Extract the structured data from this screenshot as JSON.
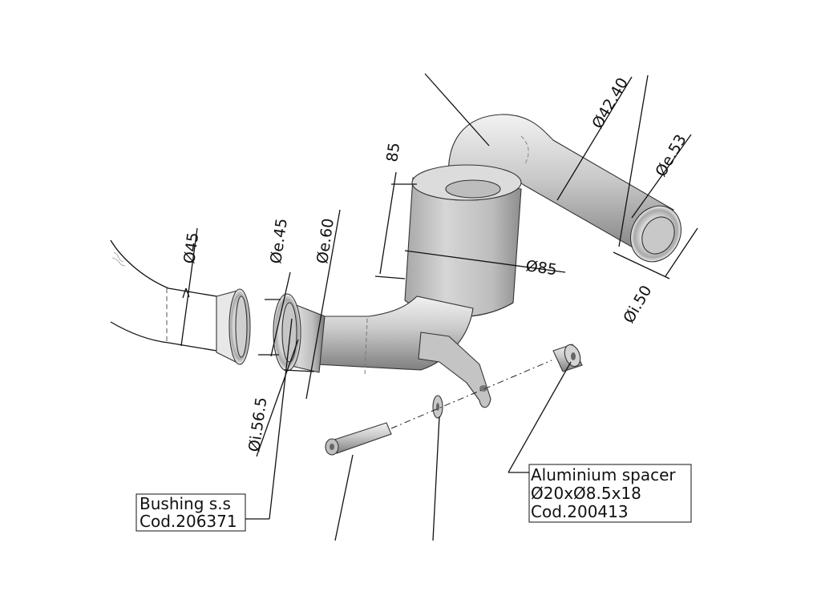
{
  "dimensions": {
    "d45": "Ø45",
    "de45": "Øe.45",
    "de60": "Øe.60",
    "di565": "Øi.56.5",
    "h85": "85",
    "d85": "Ø85",
    "d4240": "Ø42.40",
    "de53": "Øe.53",
    "di50": "Øi.50"
  },
  "callouts": {
    "bushing": {
      "line1": "Bushing s.s",
      "line2": "Cod.206371"
    },
    "spacer": {
      "line1": "Aluminium spacer",
      "line2": "Ø20xØ8.5x18",
      "line3": "Cod.200413"
    }
  },
  "colors": {
    "metal_light": "#e4e4e4",
    "metal_mid": "#b9b9b9",
    "metal_dark": "#8a8a8a",
    "line": "#111111"
  }
}
